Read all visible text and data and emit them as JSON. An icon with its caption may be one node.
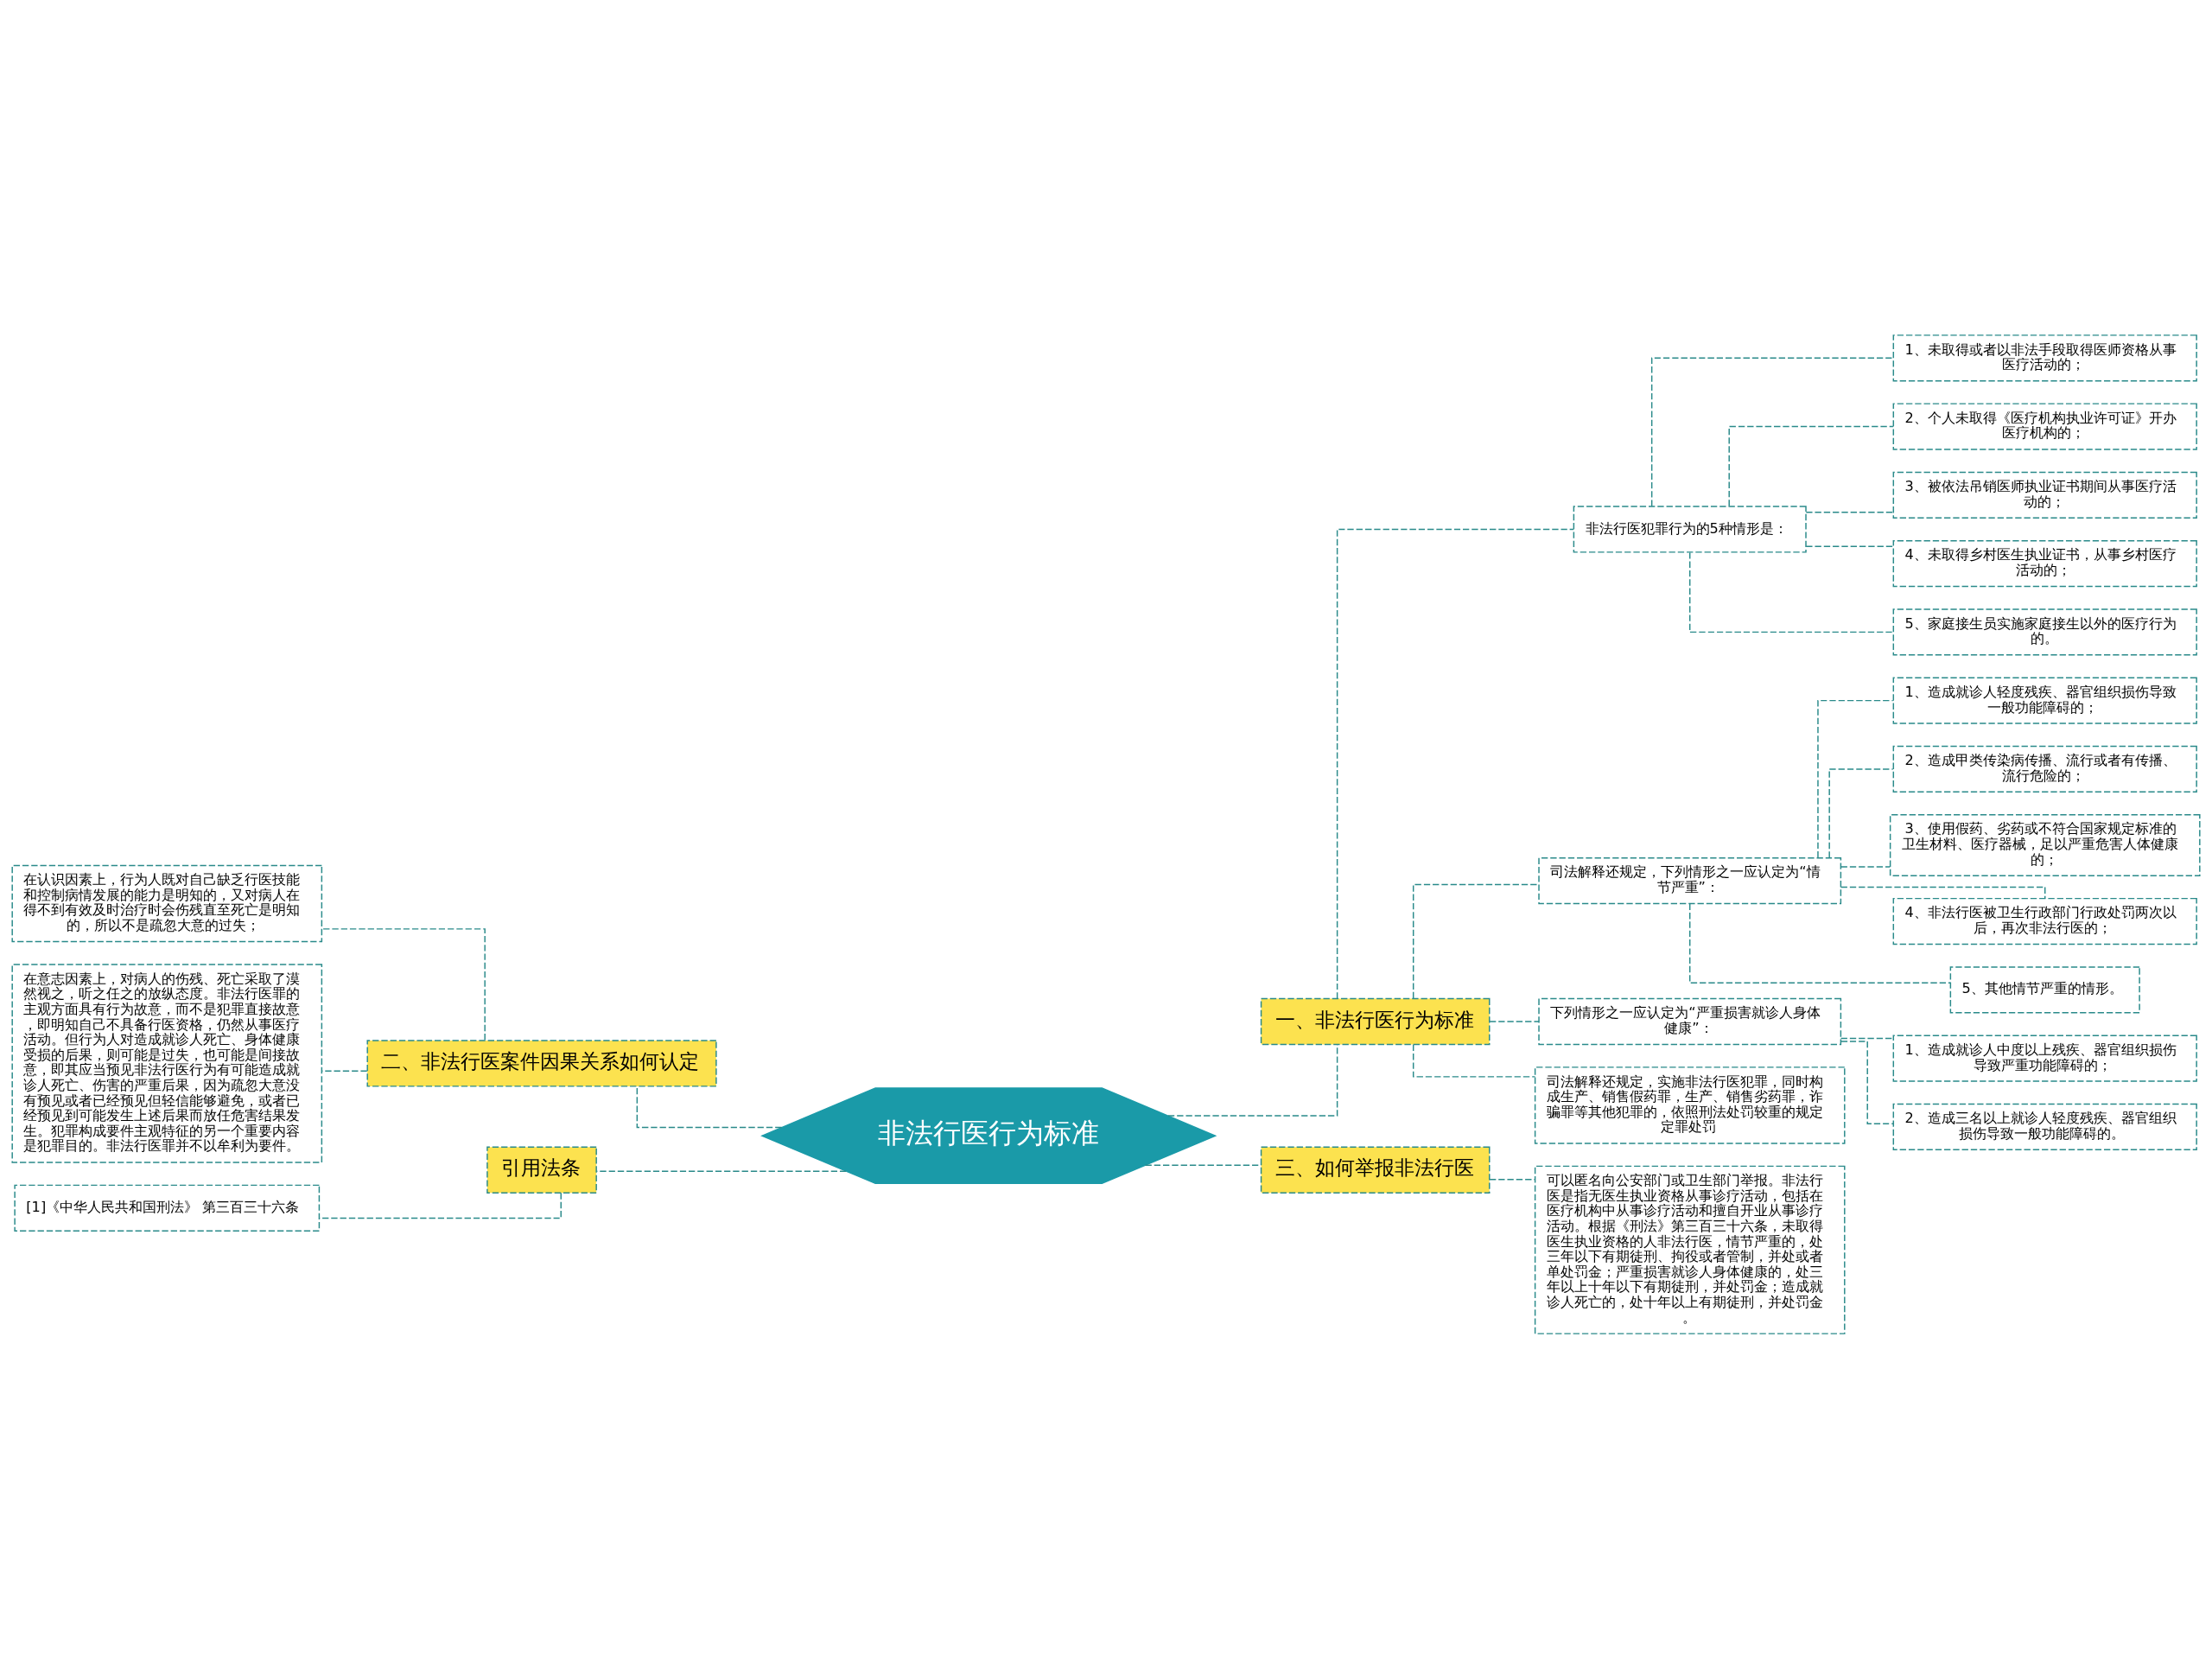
{
  "diagram": {
    "nodes": [
      {
        "text": [
          "非法行医行为标准"
        ]
      },
      {
        "text": [
          "一、非法行医行为标准"
        ]
      },
      {
        "text": [
          "非法行医犯罪行为的5种情形是："
        ]
      },
      {
        "text": [
          "1、未取得或者以非法手段取得医师资格从事医疗活动的；"
        ]
      },
      {
        "text": [
          "2、个人未取得《医疗机构执业许可证》开办医疗机构的；"
        ]
      },
      {
        "text": [
          "3、被依法吊销医师执业证书期间从事医疗活动的；"
        ]
      },
      {
        "text": [
          "4、未取得乡村医生执业证书，从事乡村医疗活动的；"
        ]
      },
      {
        "text": [
          "5、家庭接生员实施家庭接生以外的医疗行为的。"
        ]
      },
      {
        "text": [
          "司法解释还规定，下列情形之一应认定为“情节严重”："
        ]
      },
      {
        "text": [
          "1、造成就诊人轻度残疾、器官组织损伤导致一般功能障碍的；"
        ]
      },
      {
        "text": [
          "2、造成甲类传染病传播、流行或者有传播、流行危险的；"
        ]
      },
      {
        "text": [
          "3、使用假药、劣药或不符合国家规定标准的卫生材料、医疗器械，足以严重危害人体健康的；"
        ]
      },
      {
        "text": [
          "4、非法行医被卫生行政部门行政处罚两次以后，再次非法行医的；"
        ]
      },
      {
        "text": [
          "5、其他情节严重的情形。"
        ]
      },
      {
        "text": [
          "下列情形之一应认定为“严重损害就诊人身体健康”："
        ]
      },
      {
        "text": [
          "1、造成就诊人中度以上残疾、器官组织损伤导致严重功能障碍的；"
        ]
      },
      {
        "text": [
          "2、造成三名以上就诊人轻度残疾、器官组织损伤导致一般功能障碍的。"
        ]
      },
      {
        "text": [
          "司法解释还规定，实施非法行医犯罪，同时构成生产、销售假药罪，生产、销售劣药罪，诈骗罪等其他犯罪的，依照刑法处罚较重的规定定罪处罚"
        ]
      },
      {
        "text": [
          "三、如何举报非法行医"
        ]
      },
      {
        "text": [
          "可以匿名向公安部门或卫生部门举报。非法行医是指无医生执业资格从事诊疗活动，包括在医疗机构中从事诊疗活动和擅自开业从事诊疗活动。根据《刑法》第三百三十六条，未取得医生执业资格的人非法行医，情节严重的，处三年以下有期徒刑、拘役或者管制，并处或者单处罚金；严重损害就诊人身体健康的，处三年以上十年以下有期徒刑，并处罚金；造成就诊人死亡的，处十年以上有期徒刑，并处罚金。"
        ]
      },
      {
        "text": [
          "二、非法行医案件因果关系如何认定"
        ]
      },
      {
        "text": [
          "在认识因素上，行为人既对自己缺乏行医技能和控制病情发展的能力是明知的，又对病人在得不到有效及时治疗时会伤残直至死亡是明知的，所以不是疏忽大意的过失；"
        ]
      },
      {
        "text": [
          "在意志因素上，对病人的伤残、死亡采取了漠然视之，听之任之的放纵态度。非法行医罪的主观方面具有行为故意，而不是犯罪直接故意，即明知自己不具备行医资格，仍然从事医疗活动。但行为人对造成就诊人死亡、身体健康受损的后果，则可能是过失，也可能是间接故意，即其应当预见非法行医行为有可能造成就诊人死亡、伤害的严重后果，因为疏忽大意没有预见或者已经预见但轻信能够避免，或者已经预见到可能发生上述后果而放任危害结果发生。犯罪构成要件主观特征的另一个重要内容是犯罪目的。非法行医罪并不以牟利为要件。"
        ]
      },
      {
        "text": [
          "引用法条"
        ]
      },
      {
        "text": [
          "[1]《中华人民共和国刑法》 第三百三十六条"
        ]
      }
    ],
    "edges": [
      {
        "from": 0,
        "to": 1,
        "arrow": "none",
        "style": "dashed"
      },
      {
        "from": 1,
        "to": 2,
        "arrow": "none",
        "style": "dashed"
      },
      {
        "from": 2,
        "to": 3,
        "arrow": "none",
        "style": "dashed"
      },
      {
        "from": 2,
        "to": 4,
        "arrow": "none",
        "style": "dashed"
      },
      {
        "from": 2,
        "to": 5,
        "arrow": "none",
        "style": "dashed"
      },
      {
        "from": 2,
        "to": 6,
        "arrow": "none",
        "style": "dashed"
      },
      {
        "from": 2,
        "to": 7,
        "arrow": "none",
        "style": "dashed"
      },
      {
        "from": 1,
        "to": 8,
        "arrow": "none",
        "style": "dashed"
      },
      {
        "from": 8,
        "to": 9,
        "arrow": "none",
        "style": "dashed"
      },
      {
        "from": 8,
        "to": 10,
        "arrow": "none",
        "style": "dashed"
      },
      {
        "from": 8,
        "to": 11,
        "arrow": "none",
        "style": "dashed"
      },
      {
        "from": 8,
        "to": 12,
        "arrow": "none",
        "style": "dashed"
      },
      {
        "from": 8,
        "to": 13,
        "arrow": "none",
        "style": "dashed"
      },
      {
        "from": 1,
        "to": 14,
        "arrow": "none",
        "style": "dashed"
      },
      {
        "from": 14,
        "to": 15,
        "arrow": "none",
        "style": "dashed"
      },
      {
        "from": 14,
        "to": 16,
        "arrow": "none",
        "style": "dashed"
      },
      {
        "from": 1,
        "to": 17,
        "arrow": "none",
        "style": "dashed"
      },
      {
        "from": 0,
        "to": 18,
        "arrow": "none",
        "style": "dashed"
      },
      {
        "from": 18,
        "to": 19,
        "arrow": "none",
        "style": "dashed"
      },
      {
        "from": 0,
        "to": 20,
        "arrow": "none",
        "style": "dashed"
      },
      {
        "from": 20,
        "to": 21,
        "arrow": "none",
        "style": "dashed"
      },
      {
        "from": 20,
        "to": 22,
        "arrow": "none",
        "style": "dashed"
      },
      {
        "from": 0,
        "to": 23,
        "arrow": "none",
        "style": "dashed"
      },
      {
        "from": 23,
        "to": 24,
        "arrow": "none",
        "style": "dashed"
      }
    ]
  }
}
